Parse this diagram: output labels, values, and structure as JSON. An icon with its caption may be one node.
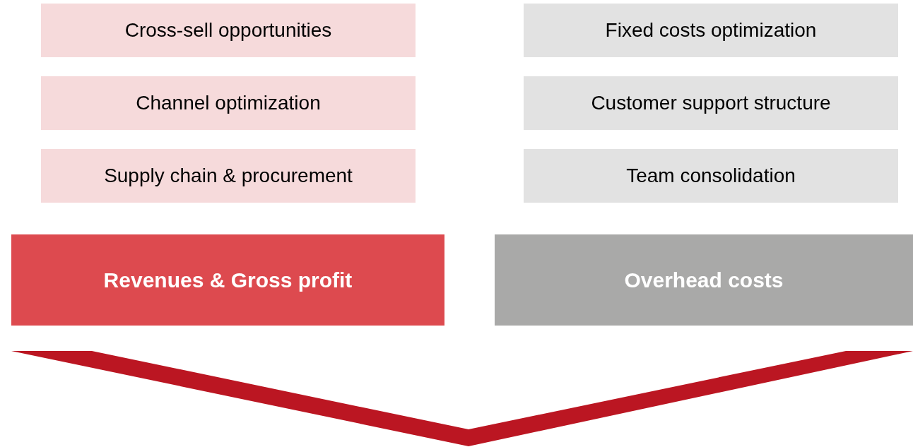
{
  "diagram": {
    "nodes": [
      {
        "text": [
          "Cross-sell opportunities"
        ]
      },
      {
        "text": [
          "Channel optimization"
        ]
      },
      {
        "text": [
          "Supply chain & procurement"
        ]
      },
      {
        "text": [
          "Revenues & Gross profit"
        ]
      },
      {
        "text": [
          "Fixed costs optimization"
        ]
      },
      {
        "text": [
          "Customer support structure"
        ]
      },
      {
        "text": [
          "Team consolidation"
        ]
      },
      {
        "text": [
          "Overhead costs"
        ]
      }
    ]
  }
}
